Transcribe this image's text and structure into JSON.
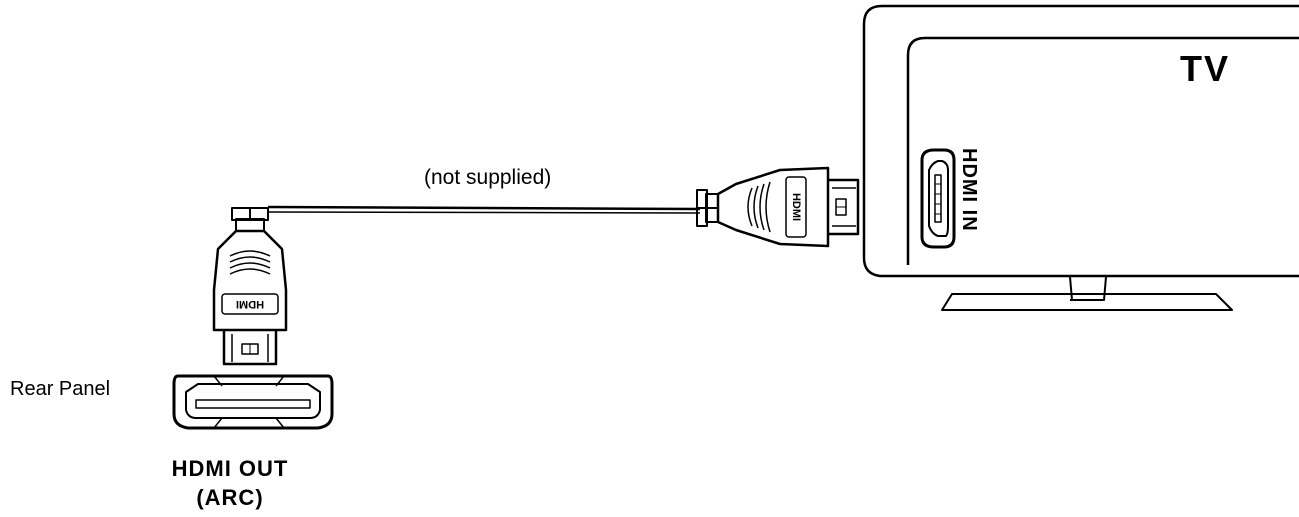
{
  "labels": {
    "rear_panel": "Rear Panel",
    "hdmi_out_line1": "HDMI OUT",
    "hdmi_out_line2": "(ARC)",
    "cable_note": "(not supplied)",
    "tv": "TV",
    "hdmi_in": "HDMI IN",
    "plug_text": "HDMI"
  },
  "colors": {
    "stroke": "#000000",
    "fill": "#ffffff"
  }
}
